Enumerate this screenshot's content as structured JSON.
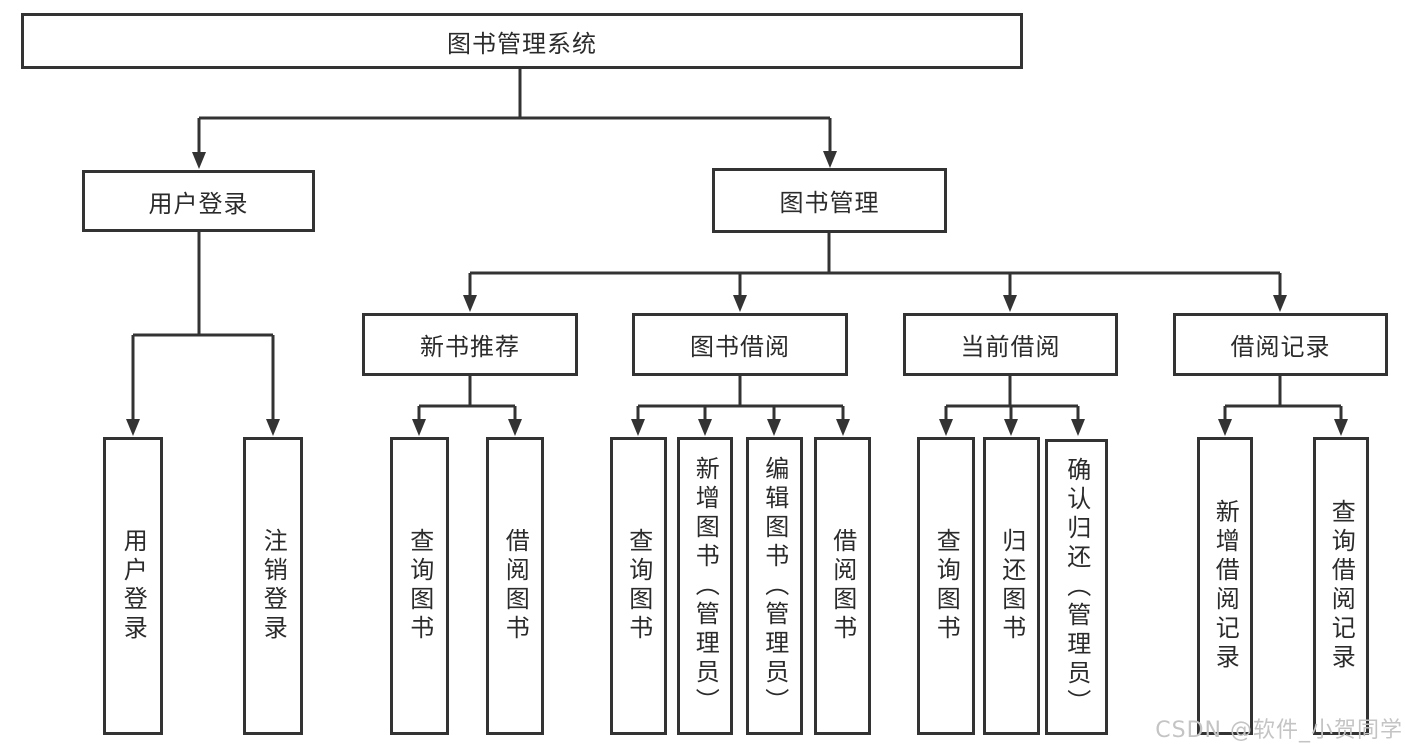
{
  "nodes": {
    "root": "图书管理系统",
    "l2": {
      "user_login": "用户登录",
      "book_mgmt": "图书管理"
    },
    "l3": {
      "new_books": "新书推荐",
      "borrow": "图书借阅",
      "current": "当前借阅",
      "records": "借阅记录"
    },
    "l4": {
      "user_login": "用户登录",
      "logout": "注销登录",
      "nb_query": "查询图书",
      "nb_borrow": "借阅图书",
      "bb_query": "查询图书",
      "bb_add": "新增图书（管理员）",
      "bb_edit": "编辑图书（管理员）",
      "bb_borrow": "借阅图书",
      "cb_query": "查询图书",
      "cb_return": "归还图书",
      "cb_confirm": "确认归还（管理员）",
      "br_add": "新增借阅记录",
      "br_query": "查询借阅记录"
    }
  },
  "watermark": {
    "text": "CSDN @软件_小贺同学"
  },
  "colors": {
    "line": "#333333",
    "text": "#2b2b2b",
    "box_fill": "#ffffff",
    "background": "#ffffff",
    "watermark": "#c4c4c4"
  }
}
